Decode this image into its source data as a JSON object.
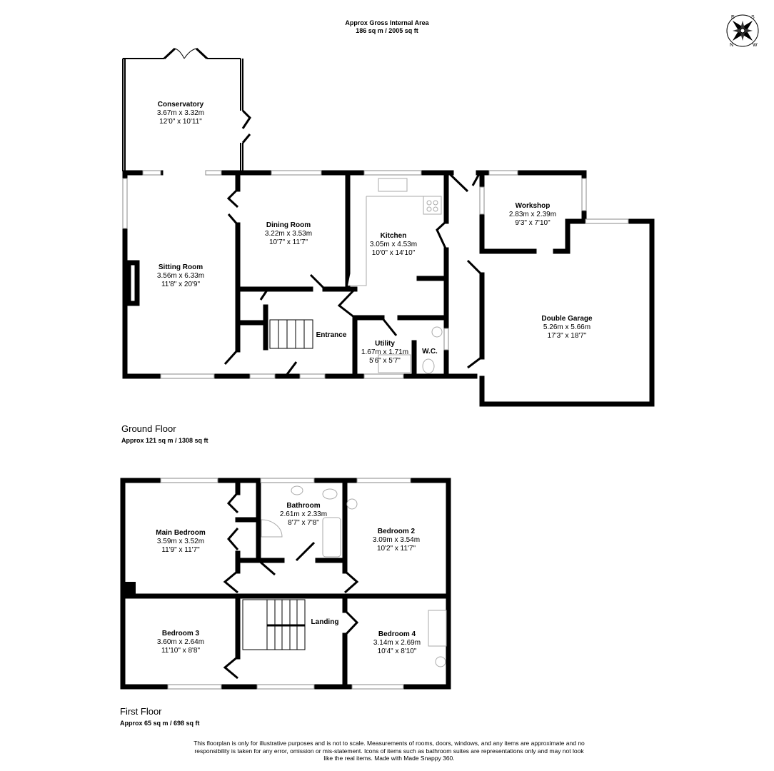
{
  "header": {
    "title": "Approx Gross Internal Area",
    "area": "186 sq m / 2005 sq ft"
  },
  "compass": {
    "labels": [
      "N",
      "E",
      "S",
      "W"
    ]
  },
  "ground_floor": {
    "name": "Ground Floor",
    "area": "Approx 121 sq m / 1308 sq ft",
    "rooms": [
      {
        "name": "Conservatory",
        "metric": "3.67m x 3.32m",
        "imperial": "12'0\" x 10'11\""
      },
      {
        "name": "Sitting Room",
        "metric": "3.56m x 6.33m",
        "imperial": "11'8\" x 20'9\""
      },
      {
        "name": "Dining Room",
        "metric": "3.22m x 3.53m",
        "imperial": "10'7\" x 11'7\""
      },
      {
        "name": "Kitchen",
        "metric": "3.05m x 4.53m",
        "imperial": "10'0\" x 14'10\""
      },
      {
        "name": "Entrance"
      },
      {
        "name": "Utility",
        "metric": "1.67m x 1.71m",
        "imperial": "5'6\" x 5'7\""
      },
      {
        "name": "W.C."
      },
      {
        "name": "Workshop",
        "metric": "2.83m x 2.39m",
        "imperial": "9'3\" x 7'10\""
      },
      {
        "name": "Double Garage",
        "metric": "5.26m x 5.66m",
        "imperial": "17'3\" x 18'7\""
      }
    ]
  },
  "first_floor": {
    "name": "First Floor",
    "area": "Approx 65 sq m / 698 sq ft",
    "rooms": [
      {
        "name": "Main Bedroom",
        "metric": "3.59m x 3.52m",
        "imperial": "11'9\" x 11'7\""
      },
      {
        "name": "Bathroom",
        "metric": "2.61m x 2.33m",
        "imperial": "8'7\" x 7'8\""
      },
      {
        "name": "Bedroom 2",
        "metric": "3.09m x 3.54m",
        "imperial": "10'2\" x 11'7\""
      },
      {
        "name": "Bedroom 3",
        "metric": "3.60m x 2.64m",
        "imperial": "11'10\" x 8'8\""
      },
      {
        "name": "Landing"
      },
      {
        "name": "Bedroom 4",
        "metric": "3.14m x 2.69m",
        "imperial": "10'4\" x 8'10\""
      }
    ]
  },
  "disclaimer": "This floorplan is only for illustrative purposes and is not to scale. Measurements of rooms, doors, windows, and any items are approximate and no responsibility is taken for any error, omission or mis-statement. Icons of items such as bathroom suites are representations only and may not look like the real items. Made with Made Snappy 360."
}
